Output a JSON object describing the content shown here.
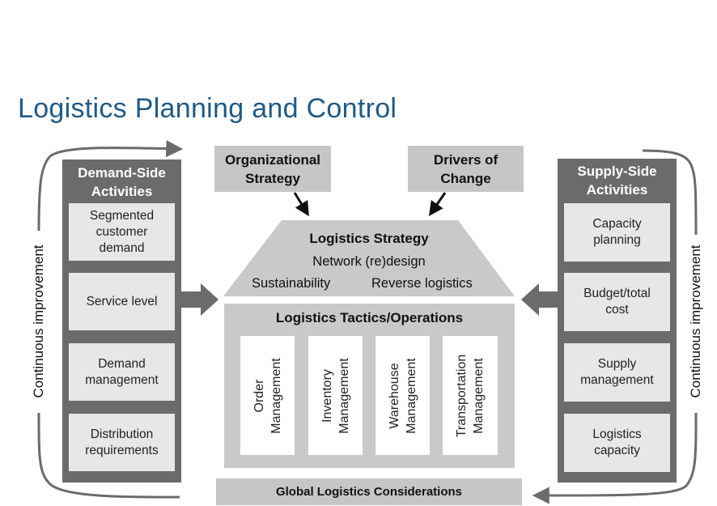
{
  "title": "Logistics Planning and Control",
  "demand_side": {
    "heading_line1": "Demand-Side",
    "heading_line2": "Activities",
    "items": [
      {
        "line1": "Segmented",
        "line2": "customer",
        "line3": "demand"
      },
      {
        "line1": "Service level"
      },
      {
        "line1": "Demand",
        "line2": "management"
      },
      {
        "line1": "Distribution",
        "line2": "requirements"
      }
    ]
  },
  "supply_side": {
    "heading_line1": "Supply-Side",
    "heading_line2": "Activities",
    "items": [
      {
        "line1": "Capacity",
        "line2": "planning"
      },
      {
        "line1": "Budget/total",
        "line2": "cost"
      },
      {
        "line1": "Supply",
        "line2": "management"
      },
      {
        "line1": "Logistics",
        "line2": "capacity"
      }
    ]
  },
  "organizational_strategy": {
    "line1": "Organizational",
    "line2": "Strategy"
  },
  "drivers_of_change": {
    "line1": "Drivers of",
    "line2": "Change"
  },
  "logistics_strategy": {
    "heading": "Logistics Strategy",
    "network": "Network (re)design",
    "sustainability": "Sustainability",
    "reverse": "Reverse logistics"
  },
  "tactics": {
    "heading": "Logistics Tactics/Operations",
    "items": [
      {
        "line1": "Order",
        "line2": "Management"
      },
      {
        "line1": "Inventory",
        "line2": "Management"
      },
      {
        "line1": "Warehouse",
        "line2": "Management"
      },
      {
        "line1": "Transportation",
        "line2": "Management"
      }
    ]
  },
  "global": "Global Logistics Considerations",
  "continuous_improvement_left": "Continuous improvement",
  "continuous_improvement_right": "Continuous improvement",
  "colors": {
    "title": "#1f5b86",
    "dark_column": "#6b6b6b",
    "light_box": "#c6c6c6",
    "cell": "#e7e7e7",
    "arrow": "#6b6b6b"
  }
}
